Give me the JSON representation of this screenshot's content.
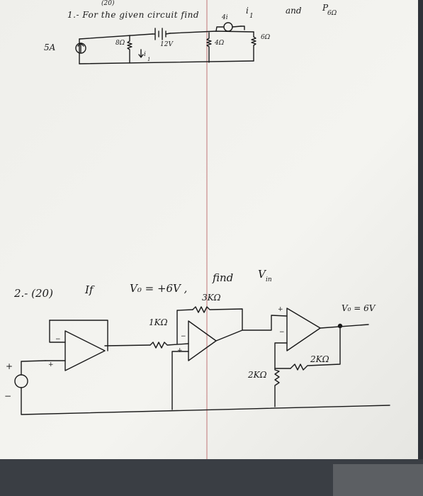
{
  "problem1": {
    "points": "(20)",
    "statement": "1.- For the given circuit find",
    "var_i1": "i",
    "sub_1": "1",
    "and_word": "and",
    "var_p": "P",
    "sub_6ohm": "6Ω",
    "dependent_source": "4i",
    "source_current": "5A",
    "resistor_8": "8Ω",
    "battery": "12V",
    "resistor_4": "4Ω",
    "resistor_6": "6Ω",
    "current_i1": "i",
    "current_i1_sub": "1"
  },
  "problem2": {
    "label": "2.- (20)",
    "if_word": "If",
    "vo_condition": "V₀ = +6V ,",
    "find_word": "find",
    "vin": "V",
    "vin_sub": "in",
    "r_3k": "3KΩ",
    "r_1k": "1KΩ",
    "r_2k_feedback": "2KΩ",
    "r_2k_ground": "2KΩ",
    "vo_output": "V₀ = 6V",
    "plus": "+",
    "minus": "−"
  },
  "colors": {
    "paper": "#f3f3ef",
    "ink": "#1a1a1a",
    "red_line": "#c98a8a",
    "desk": "#2e3238"
  }
}
